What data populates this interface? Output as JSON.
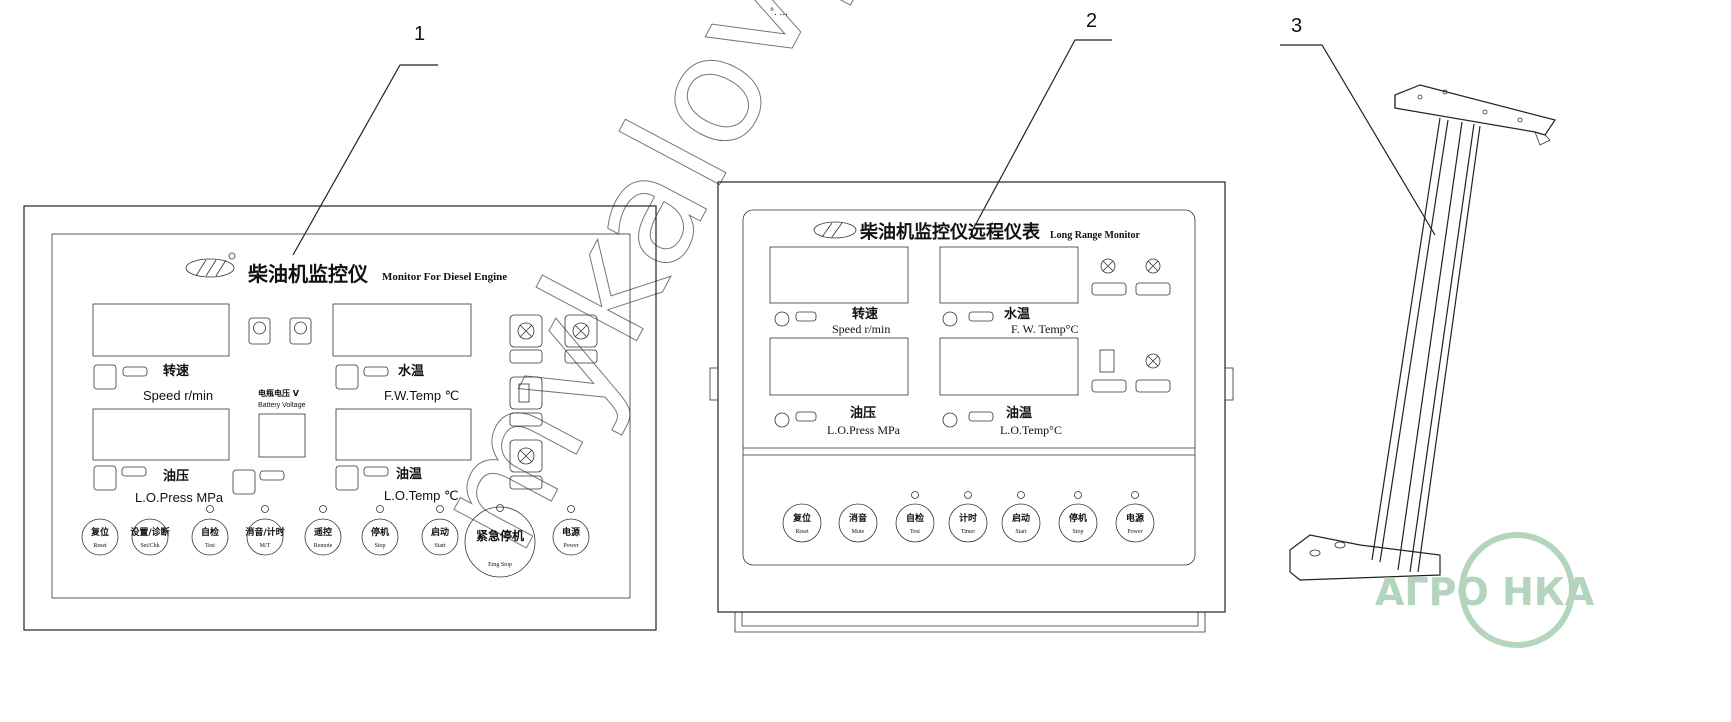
{
  "callouts": [
    "1",
    "2",
    "3"
  ],
  "top_mark": "°. ...",
  "panel1": {
    "title_cn": "柴油机监控仪",
    "title_en": "Monitor For Diesel Engine",
    "speed_cn": "转速",
    "speed_en": "Speed  r/min",
    "fw_cn": "水温",
    "fw_en": "F.W.Temp ℃",
    "battery_cn": "电瓶电压 V",
    "battery_en": "Battery Voltage",
    "lop_cn": "油压",
    "lop_en": "L.O.Press MPa",
    "lot_cn": "油温",
    "lot_en": "L.O.Temp ℃",
    "buttons": [
      {
        "cn": "复位",
        "en": "Reset"
      },
      {
        "cn": "设置/诊断",
        "en": "Set/Chk"
      },
      {
        "cn": "自检",
        "en": "Test"
      },
      {
        "cn": "消音/计时",
        "en": "M/T"
      },
      {
        "cn": "遥控",
        "en": "Remote"
      },
      {
        "cn": "停机",
        "en": "Stop"
      },
      {
        "cn": "启动",
        "en": "Start"
      },
      {
        "cn": "紧急停机",
        "en": "Emg Stop"
      },
      {
        "cn": "电源",
        "en": "Power"
      }
    ]
  },
  "panel2": {
    "title_cn": "柴油机监控仪远程仪表",
    "title_en": "Long Range Monitor",
    "speed_cn": "转速",
    "speed_en": "Speed r/min",
    "fw_cn": "水温",
    "fw_en": "F. W. Temp°C",
    "lop_cn": "油压",
    "lop_en": "L.O.Press MPa",
    "lot_cn": "油温",
    "lot_en": "L.O.Temp°C",
    "buttons": [
      {
        "cn": "复位",
        "en": "Reset"
      },
      {
        "cn": "消音",
        "en": "Mute"
      },
      {
        "cn": "自检",
        "en": "Test"
      },
      {
        "cn": "计时",
        "en": "Timer"
      },
      {
        "cn": "启动",
        "en": "Start"
      },
      {
        "cn": "停机",
        "en": "Stop"
      },
      {
        "cn": "电源",
        "en": "Power"
      }
    ]
  },
  "watermark": "mykalovy",
  "logo_text": "АГРО НКА",
  "colors": {
    "line": "#222222",
    "logo_green": "#9cc7a8"
  }
}
